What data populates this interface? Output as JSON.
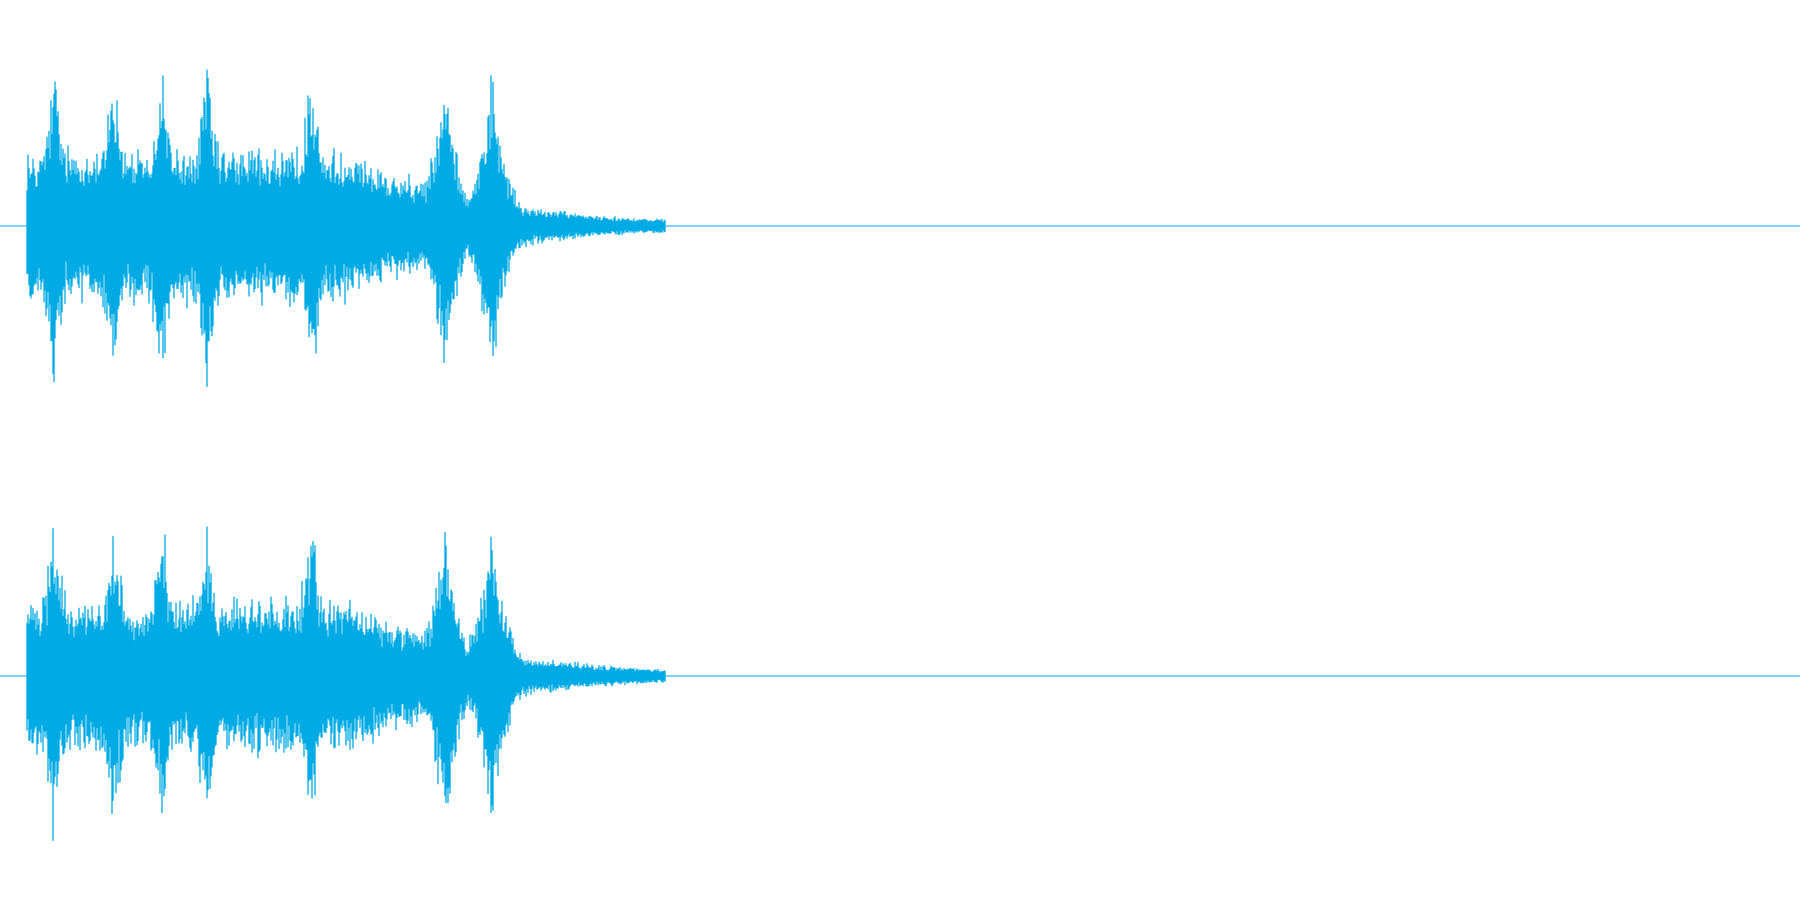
{
  "waveform": {
    "color": "#00aae4",
    "channel_count": 2,
    "channels": [
      {
        "id": "left"
      },
      {
        "id": "right"
      }
    ],
    "envelope": {
      "attack_peak_fraction": 0.97,
      "active_end_fraction": 0.37,
      "peak_fractions": [
        0.015,
        0.048,
        0.075,
        0.1,
        0.158,
        0.232,
        0.258
      ]
    }
  }
}
